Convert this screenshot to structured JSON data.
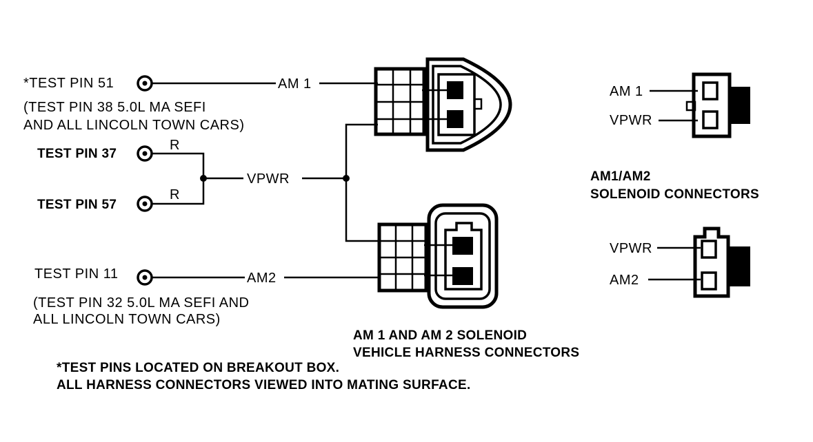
{
  "left_pins": {
    "pin51": "*TEST PIN 51",
    "pin51_note_line1": "(TEST PIN 38 5.0L MA SEFI",
    "pin51_note_line2": "AND ALL LINCOLN TOWN CARS)",
    "pin37": "TEST PIN 37",
    "pin57": "TEST PIN 57",
    "pin11": "TEST PIN 11",
    "pin11_note_line1": "(TEST PIN 32 5.0L MA SEFI AND",
    "pin11_note_line2": "ALL LINCOLN TOWN CARS)"
  },
  "wires": {
    "am1": "AM 1",
    "vpwr": "VPWR",
    "am2": "AM2",
    "r_top": "R",
    "r_bottom": "R"
  },
  "harness": {
    "caption_line1": "AM 1 AND AM 2 SOLENOID",
    "caption_line2": "VEHICLE HARNESS CONNECTORS"
  },
  "solenoid": {
    "top_am1": "AM 1",
    "top_vpwr": "VPWR",
    "caption_line1": "AM1/AM2",
    "caption_line2": "SOLENOID CONNECTORS",
    "bottom_vpwr": "VPWR",
    "bottom_am2": "AM2"
  },
  "footnote": {
    "line1": "*TEST PINS LOCATED ON BREAKOUT BOX.",
    "line2": "ALL HARNESS CONNECTORS VIEWED INTO MATING SURFACE."
  }
}
